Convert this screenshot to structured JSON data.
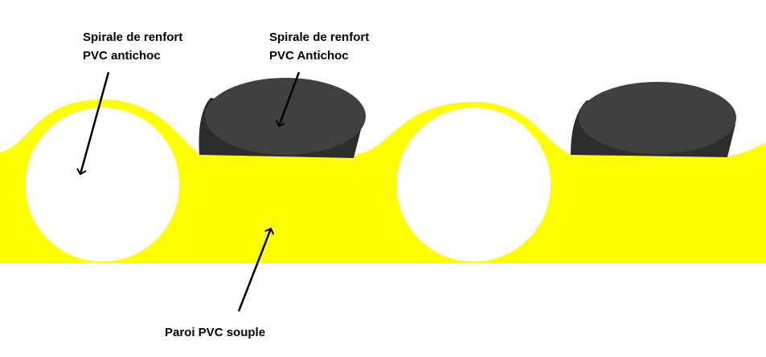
{
  "labels": {
    "left_spiral_line1": "Spirale de renfort",
    "left_spiral_line2": "PVC antichoc",
    "right_spiral_line1": "Spirale de renfort",
    "right_spiral_line2": "PVC Antichoc",
    "wall": "Paroi PVC souple"
  },
  "colors": {
    "wall": "#ffff00",
    "spiral_dark": "#404040",
    "spiral_shadow": "#2d2d2d",
    "spiral_hollow": "#ffffff",
    "arrow": "#000000"
  }
}
